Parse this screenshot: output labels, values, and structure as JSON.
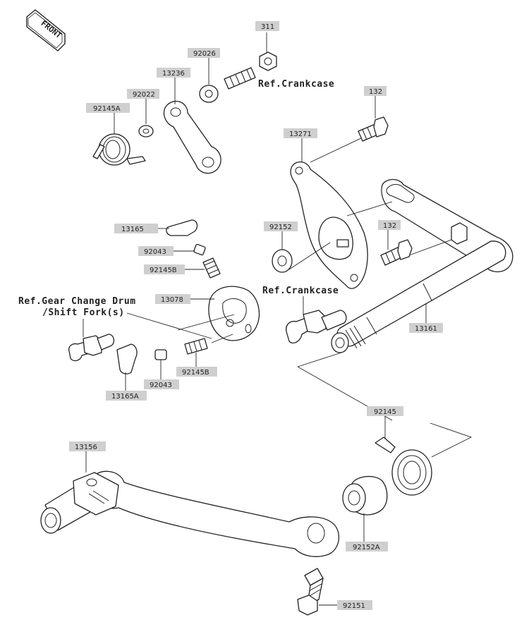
{
  "front_badge": "FRONT",
  "refs": {
    "crankcase_top": "Ref.Crankcase",
    "crankcase_mid": "Ref.Crankcase",
    "gear_drum_line1": "Ref.Gear Change Drum",
    "gear_drum_line2": "/Shift Fork(s)"
  },
  "labels": {
    "p311": "311",
    "p92026": "92026",
    "p13236": "13236",
    "p92022": "92022",
    "p92145A": "92145A",
    "p132a": "132",
    "p13271": "13271",
    "p13165": "13165",
    "p92152": "92152",
    "p132b": "132",
    "p92043a": "92043",
    "p92145Ba": "92145B",
    "p13078": "13078",
    "p13161": "13161",
    "p92145Bb": "92145B",
    "p92043b": "92043",
    "p13165A": "13165A",
    "p92145": "92145",
    "p13156": "13156",
    "p92152A": "92152A",
    "p92151": "92151"
  }
}
